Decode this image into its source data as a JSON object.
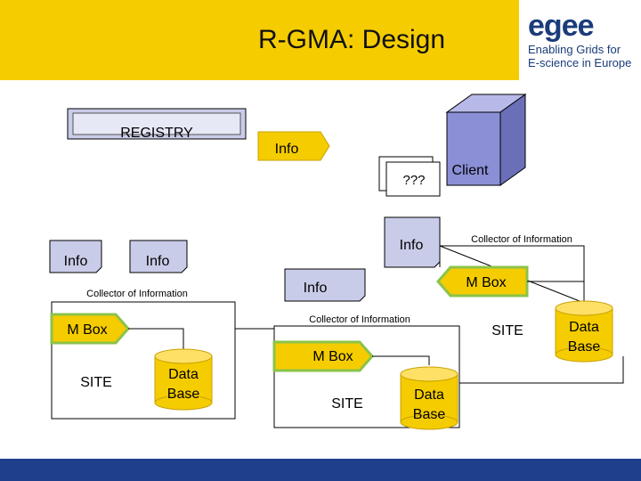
{
  "slide": {
    "title": "R-GMA: Design",
    "logo": {
      "word_part1": "eg",
      "word_part2": "ee",
      "tagline_line1": "Enabling Grids for",
      "tagline_line2": "E-science in Europe"
    }
  },
  "diagram": {
    "registry": "REGISTRY",
    "info_arrow": "Info",
    "unknown": "???",
    "client": "Client",
    "info_left_1": "Info",
    "info_left_2": "Info",
    "info_center": "Info",
    "info_right": "Info",
    "collector_left": "Collector of Information",
    "collector_center": "Collector of Information",
    "collector_right": "Collector of Information",
    "mbox_left": "M Box",
    "mbox_center": "M Box",
    "mbox_right": "M Box",
    "site_left": "SITE",
    "site_center": "SITE",
    "site_right": "SITE",
    "db_left": "Data\nBase",
    "db_center": "Data\nBase",
    "db_right": "Data\nBase"
  },
  "colors": {
    "header_yellow": "#f5cc00",
    "node_yellow": "#f5cc00",
    "mbox_border_green": "#8bc34a",
    "footer_blue": "#1f3f8c",
    "client_purple": "#8a8fd6",
    "registry_blue": "#c9cce8"
  }
}
